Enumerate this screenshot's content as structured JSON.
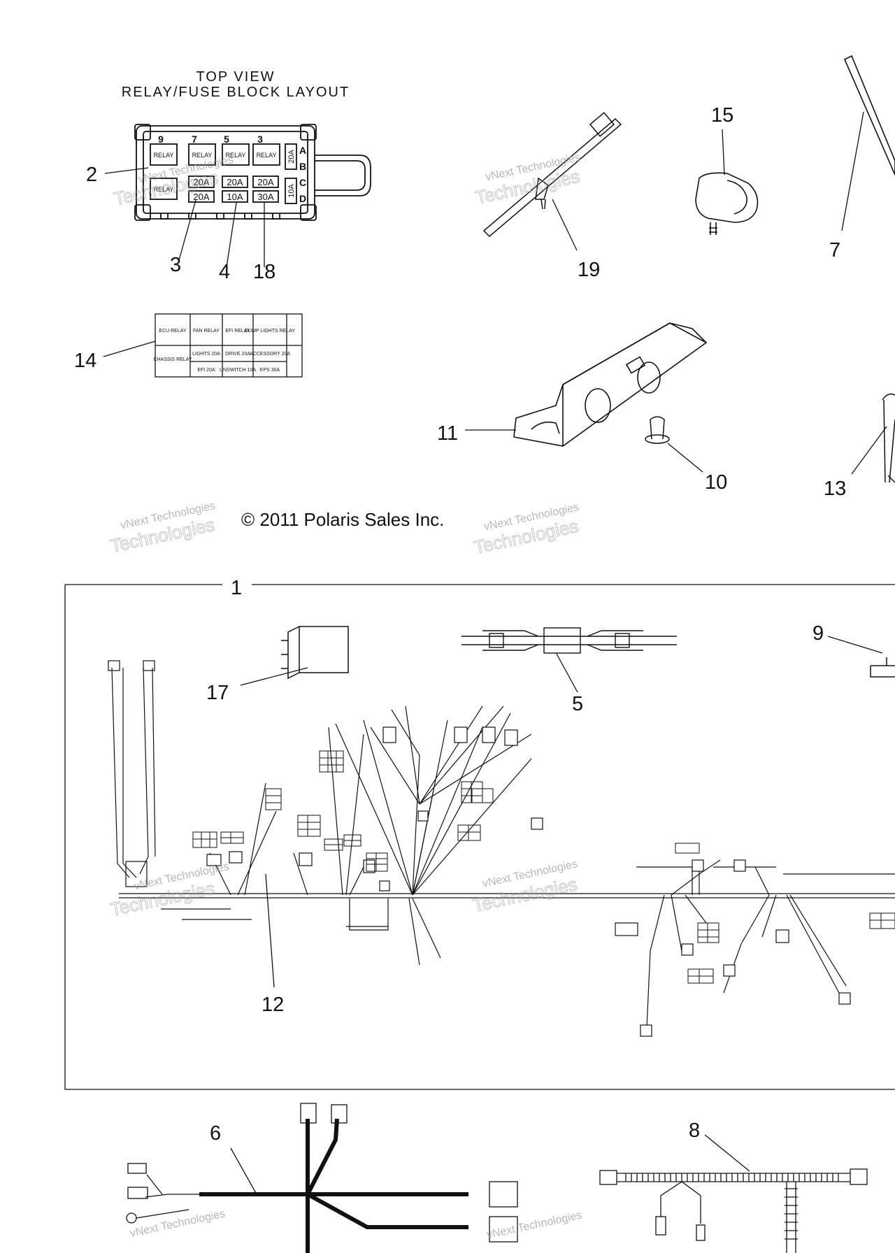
{
  "block_layout": {
    "title_line1": "TOP VIEW",
    "title_line2": "RELAY/FUSE BLOCK LAYOUT",
    "relay_label": "RELAY",
    "fuse_ratings": [
      "20A",
      "20A",
      "20A",
      "10A",
      "30A"
    ],
    "side_fuses": [
      "20A",
      "10A"
    ],
    "columns": [
      "9",
      "7",
      "5",
      "3"
    ],
    "rows": [
      "A",
      "B",
      "C",
      "D"
    ]
  },
  "decal_table": {
    "rows": [
      [
        "ECU RELAY",
        "FAN RELAY",
        "EFI RELAY",
        "DUMP LIGHTS RELAY"
      ],
      [
        "CHASSIS RELAY",
        "LIGHTS 20A",
        "DRIVE 20A",
        "ACCESSORY 20A"
      ],
      [
        "",
        "EFI 20A",
        "UNSWITCH 10A",
        "EPS 30A"
      ]
    ]
  },
  "copyright": "© 2011 Polaris Sales Inc.",
  "watermark": {
    "line1": "vNext Technologies",
    "line2": "Technologies"
  },
  "callouts": {
    "c1": "1",
    "c2": "2",
    "c3": "3",
    "c4": "4",
    "c5": "5",
    "c6": "6",
    "c7": "7",
    "c8": "8",
    "c9": "9",
    "c10": "10",
    "c11": "11",
    "c12": "12",
    "c13": "13",
    "c14": "14",
    "c15": "15",
    "c17": "17",
    "c18": "18",
    "c19": "19"
  },
  "colors": {
    "line": "#111111",
    "watermark": "#9a9a9a"
  }
}
